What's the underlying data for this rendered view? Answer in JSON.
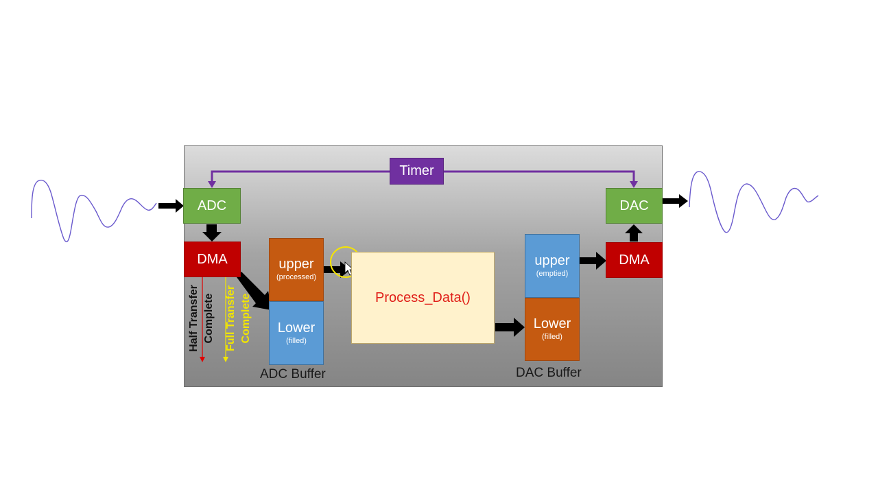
{
  "timer": {
    "label": "Timer"
  },
  "adc": {
    "label": "ADC"
  },
  "dac": {
    "label": "DAC"
  },
  "dma_in": {
    "label": "DMA"
  },
  "dma_out": {
    "label": "DMA"
  },
  "adc_buffer": {
    "caption": "ADC Buffer",
    "upper": {
      "label": "upper",
      "state": "(processed)"
    },
    "lower": {
      "label": "Lower",
      "state": "(filled)"
    }
  },
  "dac_buffer": {
    "caption": "DAC Buffer",
    "upper": {
      "label": "upper",
      "state": "(emptied)"
    },
    "lower": {
      "label": "Lower",
      "state": "(filled)"
    }
  },
  "process": {
    "label": "Process_Data()"
  },
  "interrupts": {
    "half": {
      "line1": "Half Transfer",
      "line2": "Complete",
      "color": "#e00000"
    },
    "full": {
      "line1": "Full Transfer",
      "line2": "Complete",
      "color": "#f2e600"
    }
  },
  "colors": {
    "adc_dac": "#70ad47",
    "dma": "#c00000",
    "timer": "#7030a0",
    "buffer_blue": "#5b9bd5",
    "buffer_orange": "#c55a11",
    "process_fill": "#fff2cc",
    "process_text": "#e0201a",
    "waveform": "#6a5acd",
    "cursor_ring": "#f5e400"
  }
}
